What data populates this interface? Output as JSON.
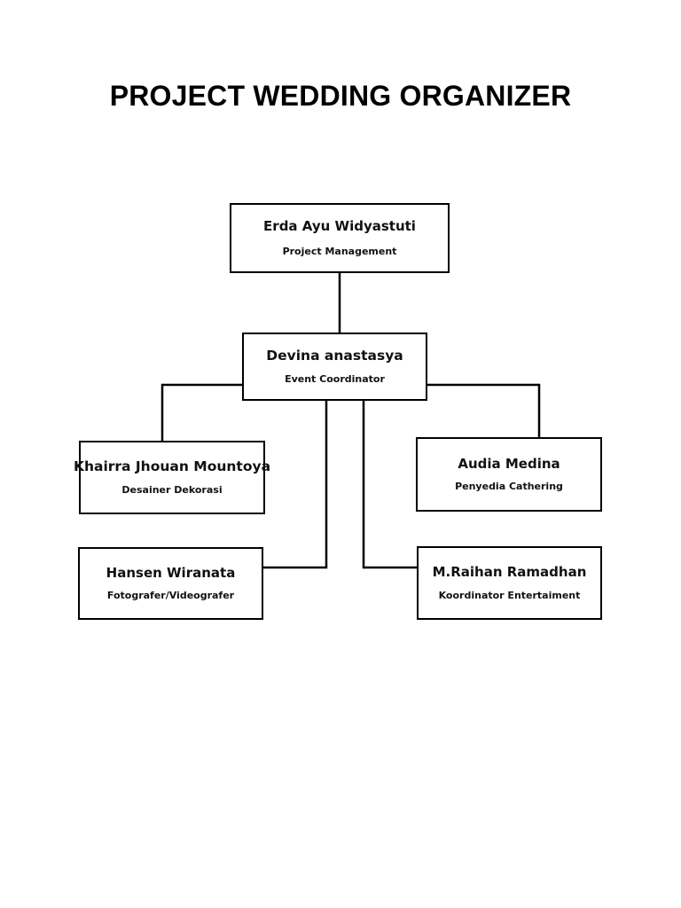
{
  "document": {
    "title": "PROJECT WEDDING ORGANIZER"
  },
  "chart_data": {
    "type": "diagram",
    "diagram_type": "organizational-chart",
    "title": "PROJECT WEDDING ORGANIZER",
    "orientation": "top-down",
    "node_style": {
      "border_color": "#000000",
      "fill_color": "#ffffff",
      "text_color": "#111111",
      "border_width_px": 2
    },
    "nodes": [
      {
        "id": "n0",
        "name": "Erda Ayu Widyastuti",
        "role": "Project Management",
        "level": 0
      },
      {
        "id": "n1",
        "name": "Devina anastasya",
        "role": "Event Coordinator",
        "level": 1
      },
      {
        "id": "n2",
        "name": "Khairra Jhouan Mountoya",
        "role": "Desainer Dekorasi",
        "level": 2
      },
      {
        "id": "n3",
        "name": "Audia Medina",
        "role": "Penyedia Cathering",
        "level": 2
      },
      {
        "id": "n4",
        "name": "Hansen Wiranata",
        "role": "Fotografer/Videografer",
        "level": 2
      },
      {
        "id": "n5",
        "name": "M.Raihan Ramadhan",
        "role": "Koordinator Entertaiment",
        "level": 2
      }
    ],
    "edges": [
      {
        "from": "n0",
        "to": "n1"
      },
      {
        "from": "n1",
        "to": "n2"
      },
      {
        "from": "n1",
        "to": "n3"
      },
      {
        "from": "n1",
        "to": "n4"
      },
      {
        "from": "n1",
        "to": "n5"
      }
    ]
  }
}
